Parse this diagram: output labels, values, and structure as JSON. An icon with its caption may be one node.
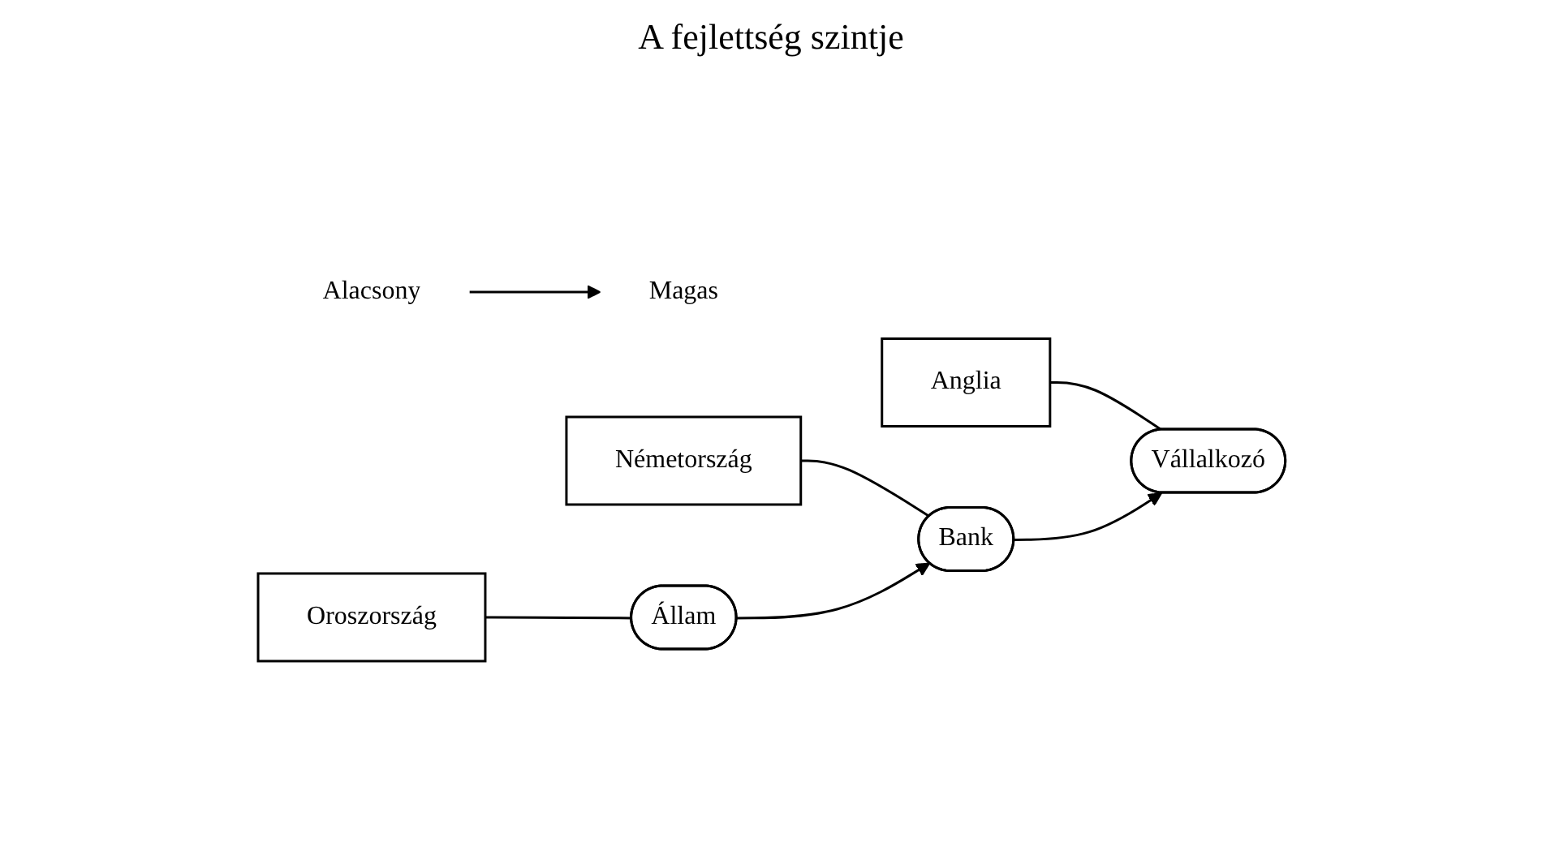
{
  "diagram": {
    "title": "A fejlettség szintje",
    "nodes": [
      {
        "text": [
          "Alacsony"
        ]
      },
      {
        "text": [
          "Magas"
        ]
      },
      {
        "text": [
          "Oroszország"
        ]
      },
      {
        "text": [
          "Németország"
        ]
      },
      {
        "text": [
          "Anglia"
        ]
      },
      {
        "text": [
          "Állam"
        ]
      },
      {
        "text": [
          "Bank"
        ]
      },
      {
        "text": [
          "Vállalkozó"
        ]
      }
    ],
    "edges": [
      {
        "from": 0,
        "to": 1,
        "arrow": "to"
      },
      {
        "from": 2,
        "to": 5,
        "arrow": "none"
      },
      {
        "from": 3,
        "to": 6,
        "arrow": "none"
      },
      {
        "from": 4,
        "to": 7,
        "arrow": "none"
      },
      {
        "from": 5,
        "to": 6,
        "arrow": "to"
      },
      {
        "from": 6,
        "to": 7,
        "arrow": "to"
      }
    ]
  }
}
